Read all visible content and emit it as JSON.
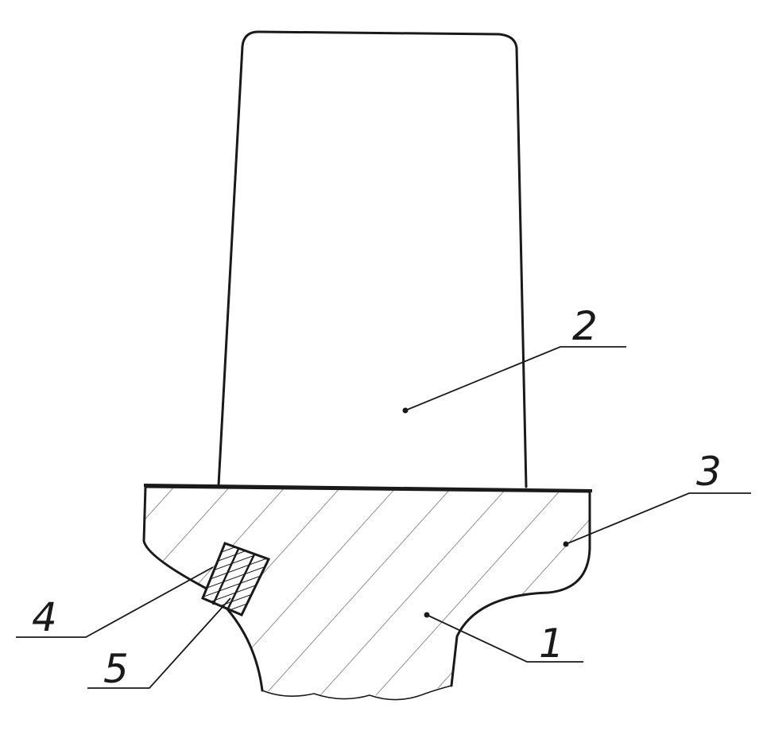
{
  "labels": {
    "blade": "2",
    "platform": "3",
    "root": "1",
    "insert_outer": "4",
    "insert_inner": "5"
  },
  "colors": {
    "ink": "#1a1a1a",
    "hatch": "#555555",
    "background": "#ffffff"
  }
}
